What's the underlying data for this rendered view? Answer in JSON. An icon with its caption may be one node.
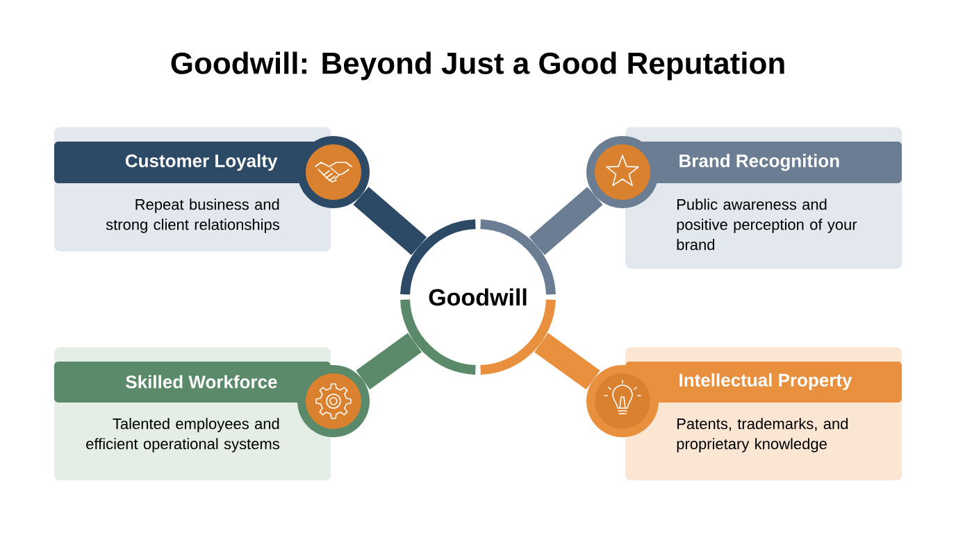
{
  "diagram": {
    "title": "Goodwill: Beyond Just a Good Reputation",
    "nodes": [
      {
        "text": [
          "Goodwill"
        ]
      },
      {
        "text": [
          "Customer Loyalty",
          "Repeat business and strong client relationships"
        ]
      },
      {
        "text": [
          "Brand Recognition",
          "Public awareness and positive perception of your brand"
        ]
      },
      {
        "text": [
          "Skilled Workforce",
          "Talented employees and efficient operational systems"
        ]
      },
      {
        "text": [
          "Intellectual Property",
          "Patents, trademarks, and proprietary knowledge"
        ]
      },
      {
        "text": [],
        "shape": "circle"
      },
      {
        "text": [],
        "shape": "circle"
      },
      {
        "text": [],
        "shape": "circle"
      },
      {
        "text": [],
        "shape": "circle"
      }
    ],
    "edges": [
      {
        "from": 0,
        "to": 5,
        "arrow": "none",
        "color": "#2c4a66"
      },
      {
        "from": 0,
        "to": 6,
        "arrow": "none",
        "color": "#6b7d93"
      },
      {
        "from": 0,
        "to": 7,
        "arrow": "none",
        "color": "#5b8a6a"
      },
      {
        "from": 0,
        "to": 8,
        "arrow": "none",
        "color": "#e8903e"
      }
    ]
  }
}
